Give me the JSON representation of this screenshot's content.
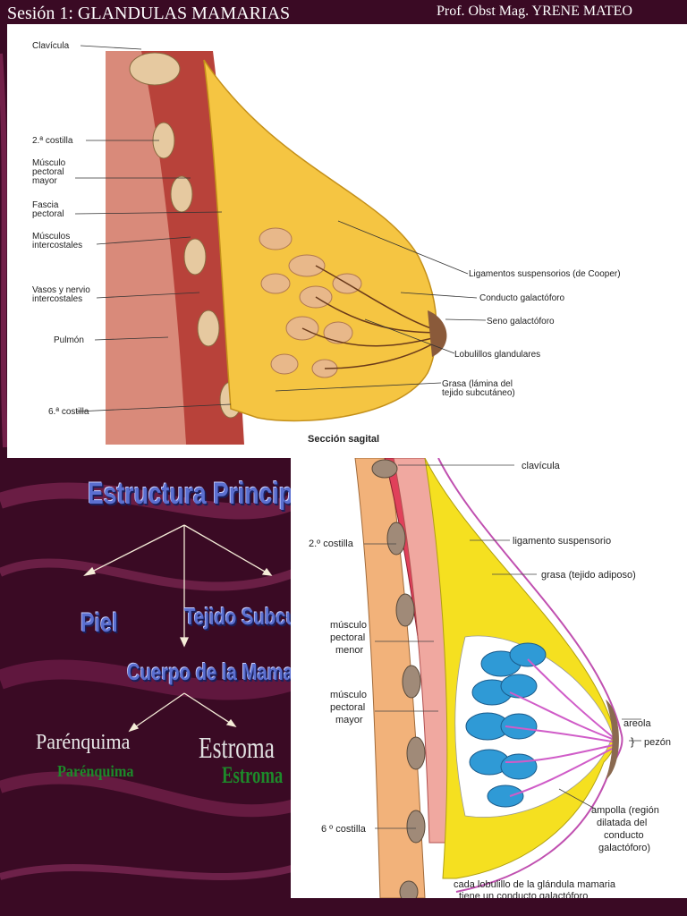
{
  "header": {
    "title": "Sesión 1:  GLANDULAS MAMARIAS",
    "author": "Prof.  Obst Mag. YRENE MATEO"
  },
  "top_figure": {
    "caption": "Sección sagital",
    "labels": {
      "clavicula": "Clavícula",
      "costilla2": "2.ª costilla",
      "pectoral_mayor_1": "Músculo",
      "pectoral_mayor_2": "pectoral",
      "pectoral_mayor_3": "mayor",
      "fascia_1": "Fascia",
      "fascia_2": "pectoral",
      "intercostales_1": "Músculos",
      "intercostales_2": "intercostales",
      "vasos_1": "Vasos y nervio",
      "vasos_2": "intercostales",
      "pulmon": "Pulmón",
      "costilla6": "6.ª costilla",
      "cooper": "Ligamentos suspensorios (de Cooper)",
      "conducto": "Conducto galactóforo",
      "seno": "Seno galactóforo",
      "lobulillos": "Lobulillos glandulares",
      "grasa_1": "Grasa (lámina del",
      "grasa_2": "tejido subcutáneo)"
    }
  },
  "concept_map": {
    "root": "Estructura Principal",
    "piel": "Piel",
    "tejido": "Tejido Subcutáneo",
    "cuerpo": "Cuerpo de la Mama",
    "parenquima": "Parénquima",
    "parenquima_shadow": "Parénquima",
    "estroma": "Estroma",
    "estroma_shadow": "Estroma"
  },
  "bottom_figure": {
    "labels": {
      "clavicula": "clavícula",
      "costilla2": "2.º costilla",
      "ligamento": "ligamento suspensorio",
      "grasa": "grasa (tejido adiposo)",
      "menor_1": "músculo",
      "menor_2": "pectoral",
      "menor_3": "menor",
      "mayor_1": "músculo",
      "mayor_2": "pectoral",
      "mayor_3": "mayor",
      "areola": "areola",
      "pezon": "pezón",
      "ampolla_1": "ampolla (región",
      "ampolla_2": "dilatada del",
      "ampolla_3": "conducto",
      "ampolla_4": "galactóforo)",
      "costilla6": "6 º costilla",
      "lobulillo_1": "cada lobulillo de la glándula mamaria",
      "lobulillo_2": "tiene un conducto galactóforo"
    }
  },
  "colors": {
    "background": "#3a0a24",
    "fat_yellow": "#f5c542",
    "muscle_red": "#c85a4a",
    "gland_blue": "#2f9ad6",
    "duct_pink": "#d05cc8"
  }
}
